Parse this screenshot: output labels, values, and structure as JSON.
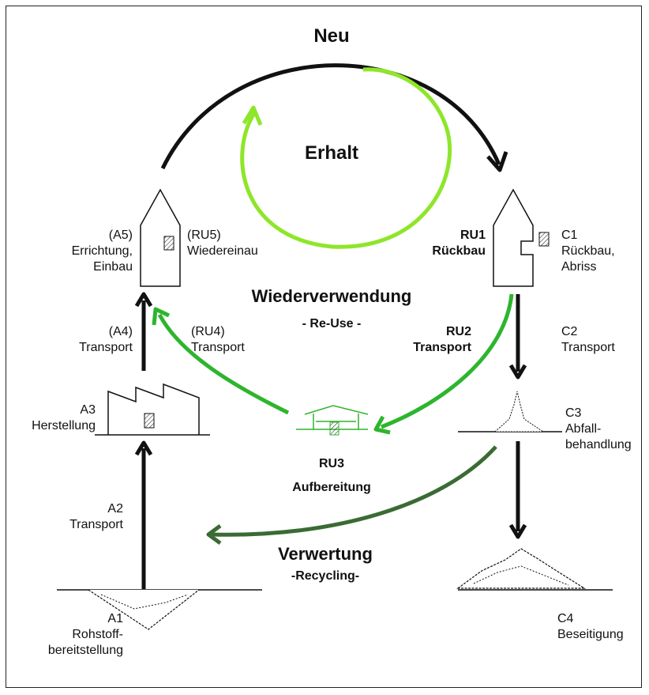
{
  "colors": {
    "black": "#111111",
    "light_green": "#8ee62a",
    "mid_green": "#2db52d",
    "dark_green": "#3a6b34",
    "hatch": "#333333"
  },
  "titles": {
    "neu": "Neu",
    "erhalt": "Erhalt",
    "wiederverwendung": "Wiederverwendung",
    "reuse": "- Re-Use -",
    "verwertung": "Verwertung",
    "recycling": "-Recycling-"
  },
  "stages": {
    "a5": [
      "(A5)",
      "Errichtung,",
      "Einbau"
    ],
    "ru5": [
      "(RU5)",
      "Wiedereinau"
    ],
    "a4": [
      "(A4)",
      "Transport"
    ],
    "ru4": [
      "(RU4)",
      "Transport"
    ],
    "a3": [
      "A3",
      "Herstellung"
    ],
    "a2": [
      "A2",
      "Transport"
    ],
    "a1": [
      "A1",
      "Rohstoff-",
      "bereitstellung"
    ],
    "ru1": [
      "RU1",
      "Rückbau"
    ],
    "c1": [
      "C1",
      "Rückbau,",
      "Abriss"
    ],
    "ru2": [
      "RU2",
      "Transport"
    ],
    "c2": [
      "C2",
      "Transport"
    ],
    "ru3": [
      "RU3",
      "Aufbereitung"
    ],
    "c3": [
      "C3",
      "Abfall-",
      "behandlung"
    ],
    "c4": [
      "C4",
      "Beseitigung"
    ]
  }
}
